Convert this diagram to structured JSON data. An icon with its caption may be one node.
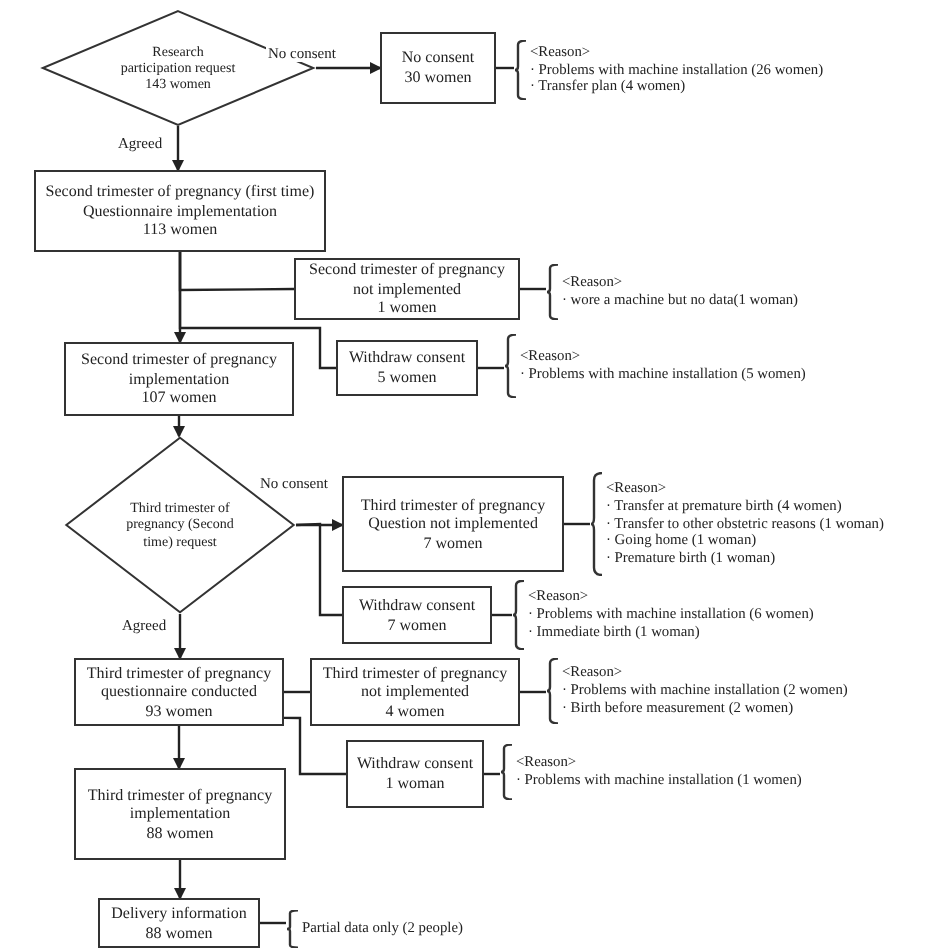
{
  "diagram": {
    "nodes": [
      {
        "text": [
          "Research participation request 143 women"
        ]
      },
      {
        "text": [
          "No consent",
          "30 women"
        ]
      },
      {
        "text": [
          "<Reason>",
          "· Problems with machine installation (26 women)",
          "· Transfer plan (4 women)"
        ]
      },
      {
        "text": [
          "Second trimester of pregnancy (first time)",
          "Questionnaire implementation",
          "113 women"
        ]
      },
      {
        "text": [
          "Second trimester of pregnancy",
          "not implemented",
          "1 women"
        ]
      },
      {
        "text": [
          "<Reason>",
          "· wore a machine but no data(1 woman)"
        ]
      },
      {
        "text": [
          "Withdraw consent",
          "5 women"
        ]
      },
      {
        "text": [
          "<Reason>",
          "· Problems with machine installation (5 women)"
        ]
      },
      {
        "text": [
          "Second trimester of pregnancy",
          "implementation",
          "107 women"
        ]
      },
      {
        "text": [
          "Third trimester of pregnancy (Second time) request"
        ]
      },
      {
        "text": [
          "Third trimester of pregnancy",
          "Question not implemented",
          "7 women"
        ]
      },
      {
        "text": [
          "<Reason>",
          "· Transfer at premature birth (4 women)",
          "· Transfer to other obstetric reasons (1 woman)",
          "· Going home (1 woman)",
          "· Premature birth (1 woman)"
        ]
      },
      {
        "text": [
          "Withdraw consent",
          "7 women"
        ]
      },
      {
        "text": [
          "<Reason>",
          "· Problems with machine installation (6 women)",
          "· Immediate birth (1 woman)"
        ]
      },
      {
        "text": [
          "Third trimester of pregnancy",
          "questionnaire conducted",
          "93 women"
        ]
      },
      {
        "text": [
          "Third trimester of pregnancy",
          "not implemented",
          "4 women"
        ]
      },
      {
        "text": [
          "<Reason>",
          "· Problems with machine installation (2 women)",
          "· Birth before measurement (2 women)"
        ]
      },
      {
        "text": [
          "Withdraw consent",
          "1 woman"
        ]
      },
      {
        "text": [
          "<Reason>",
          "· Problems with machine installation (1 women)"
        ]
      },
      {
        "text": [
          "Third trimester of pregnancy",
          "implementation",
          "88 women"
        ]
      },
      {
        "text": [
          "Delivery information",
          "88 women"
        ]
      },
      {
        "text": [
          "Partial data only (2 people)"
        ]
      }
    ],
    "edges": [
      {
        "from": 0,
        "to": 1,
        "arrow": "to",
        "label": "No consent"
      },
      {
        "from": 1,
        "to": 2,
        "arrow": "none"
      },
      {
        "from": 0,
        "to": 3,
        "arrow": "to",
        "label": "Agreed"
      },
      {
        "from": 3,
        "to": 4,
        "arrow": "none"
      },
      {
        "from": 4,
        "to": 5,
        "arrow": "none"
      },
      {
        "from": 3,
        "to": 6,
        "arrow": "none"
      },
      {
        "from": 6,
        "to": 7,
        "arrow": "none"
      },
      {
        "from": 3,
        "to": 8,
        "arrow": "to"
      },
      {
        "from": 8,
        "to": 9,
        "arrow": "to"
      },
      {
        "from": 9,
        "to": 10,
        "arrow": "to",
        "label": "No consent"
      },
      {
        "from": 9,
        "to": 12,
        "arrow": "none"
      },
      {
        "from": 10,
        "to": 11,
        "arrow": "none"
      },
      {
        "from": 12,
        "to": 13,
        "arrow": "none"
      },
      {
        "from": 9,
        "to": 14,
        "arrow": "to",
        "label": "Agreed"
      },
      {
        "from": 14,
        "to": 15,
        "arrow": "none"
      },
      {
        "from": 15,
        "to": 16,
        "arrow": "none"
      },
      {
        "from": 14,
        "to": 17,
        "arrow": "none"
      },
      {
        "from": 17,
        "to": 18,
        "arrow": "none"
      },
      {
        "from": 14,
        "to": 19,
        "arrow": "to"
      },
      {
        "from": 19,
        "to": 20,
        "arrow": "to"
      },
      {
        "from": 20,
        "to": 21,
        "arrow": "none"
      }
    ]
  }
}
